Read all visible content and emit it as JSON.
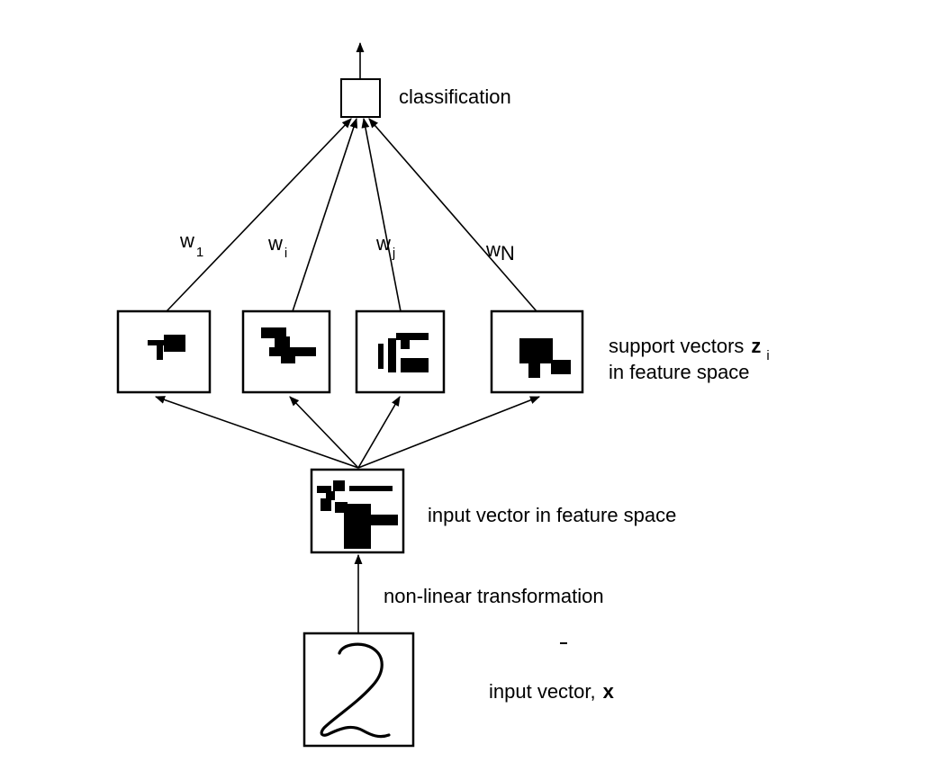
{
  "labels": {
    "classification": "classification",
    "support_vectors_line1": "support vectors",
    "support_vectors_symbol": "z",
    "support_vectors_subscript": "i",
    "support_vectors_line2": "in feature space",
    "input_feature": "input vector in feature space",
    "transformation": "non-linear transformation",
    "input_vector": "input vector,",
    "input_vector_symbol": "x"
  },
  "weights": [
    {
      "base": "w",
      "sub": "1"
    },
    {
      "base": "w",
      "sub": "i"
    },
    {
      "base": "w",
      "sub": "j"
    },
    {
      "base": "w",
      "sub": "N"
    }
  ],
  "input_digit": "2"
}
